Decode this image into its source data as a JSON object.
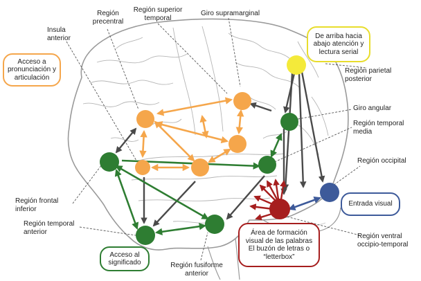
{
  "colors": {
    "orange": "#f5a64b",
    "green": "#2e7d32",
    "yellow": "#f4ea3a",
    "blue": "#3d5a9a",
    "red": "#a61e1e",
    "gray_arrow": "#4a4a4a",
    "brain_outline": "#9a9a9a"
  },
  "labels": {
    "region_precentral": "Región\nprecentral",
    "region_superior_temporal": "Región superior\ntemporal",
    "giro_supramarginal": "Giro supramarginal",
    "insula_anterior": "Insula\nanterior",
    "region_parietal_posterior": "Región parietal\nposterior",
    "giro_angular": "Giro angular",
    "region_temporal_media": "Región temporal\nmedia",
    "region_occipital": "Región occipital",
    "region_frontal_inferior": "Región frontal\ninferior",
    "region_temporal_anterior": "Región temporal\nanterior",
    "region_fusiforme_anterior": "Región fusiforme\nanterior",
    "region_ventral_occipito_temporal": "Región ventral\noccipio-temporal"
  },
  "boxes": {
    "acceso_pronunciacion": "Acceso a\npronunciación y\narticulación",
    "de_arriba_hacia_abajo": "De arriba hacia\nabajo atención y\nlectura serial",
    "entrada_visual": "Entrada visual",
    "area_formacion": "Área de formación\nvisual de las palabras\nEl buzón de letras o\n“letterbox”",
    "acceso_significado": "Acceso al\nsignificado"
  }
}
